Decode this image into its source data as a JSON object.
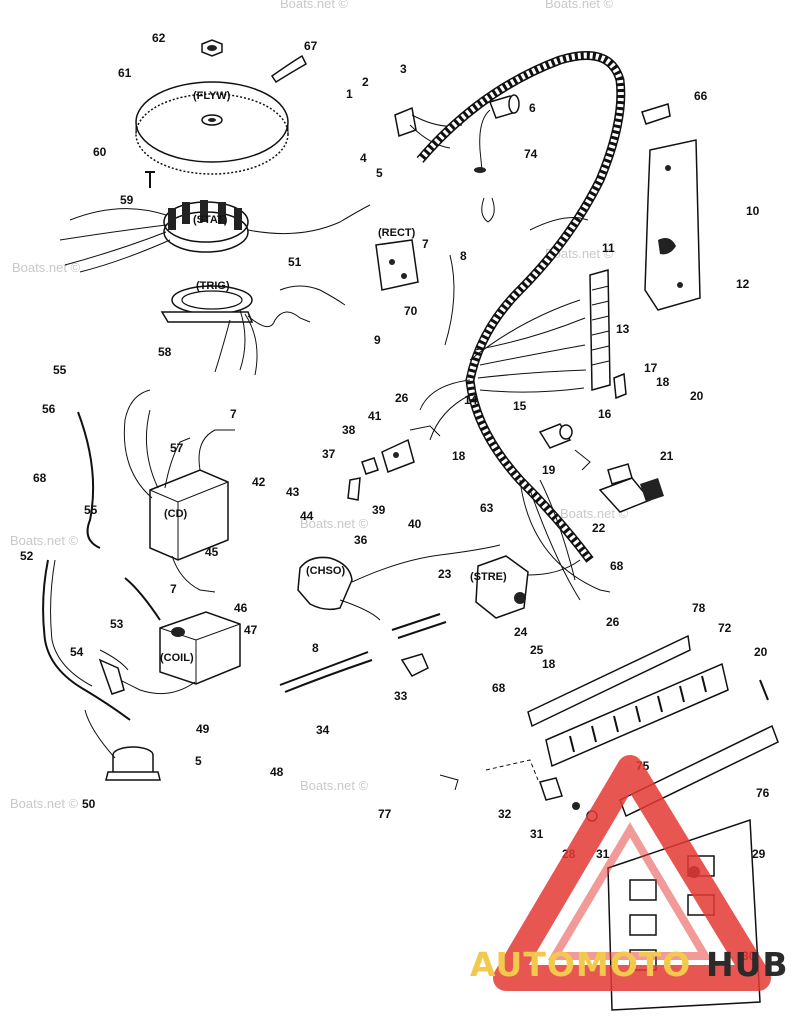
{
  "component_labels": {
    "flywheel": "(FLYW)",
    "stator": "(STAT)",
    "trigger": "(TRIG)",
    "rectifier": "(RECT)",
    "cd_module": "(CD)",
    "coil": "(COIL)",
    "choke_solenoid": "(CHSO)",
    "starter_solenoid": "(STRE)"
  },
  "callouts": [
    "62",
    "67",
    "61",
    "1",
    "2",
    "3",
    "6",
    "66",
    "60",
    "4",
    "5",
    "74",
    "59",
    "10",
    "7",
    "8",
    "11",
    "12",
    "51",
    "9",
    "70",
    "13",
    "58",
    "55",
    "17",
    "18",
    "20",
    "14",
    "26",
    "15",
    "16",
    "7",
    "41",
    "56",
    "38",
    "18",
    "57",
    "19",
    "21",
    "37",
    "68",
    "42",
    "43",
    "39",
    "40",
    "22",
    "55",
    "44",
    "63",
    "36",
    "52",
    "45",
    "23",
    "68",
    "7",
    "46",
    "78",
    "72",
    "53",
    "47",
    "8",
    "24",
    "20",
    "25",
    "18",
    "26",
    "54",
    "33",
    "68",
    "34",
    "49",
    "5",
    "48",
    "75",
    "50",
    "76",
    "77",
    "32",
    "31",
    "31",
    "28",
    "29",
    "30"
  ],
  "watermarks": [
    "Boats.net ©",
    "Boats.net ©",
    "Boats.net ©",
    "Boats.net ©",
    "Boats.net ©",
    "Boats.net ©",
    "Boats.net ©",
    "Boats.net ©",
    "Boats.net ©"
  ],
  "brand": {
    "part1": "AUTOMOTO",
    "part2": "HUB",
    "color1": "#f2c94c",
    "color2": "#2b2b2b",
    "triangle": "#e53935"
  }
}
